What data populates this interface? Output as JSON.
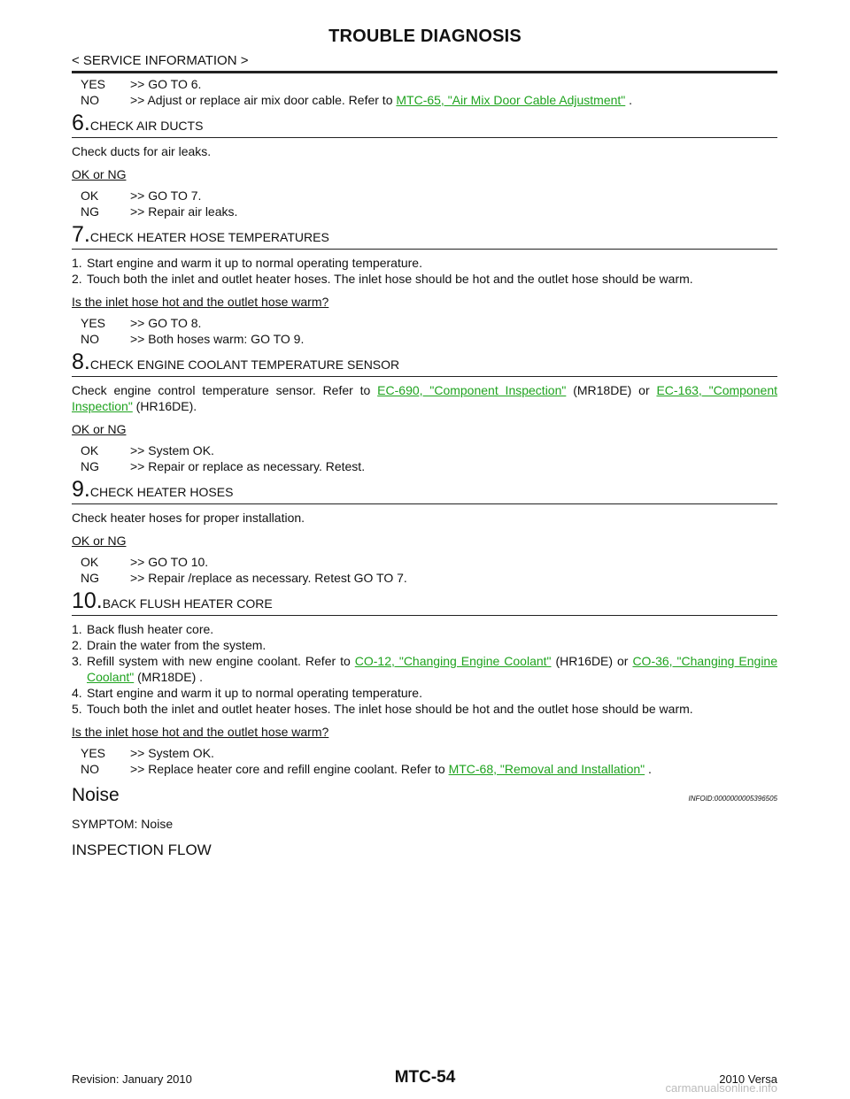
{
  "header": {
    "title": "TROUBLE DIAGNOSIS",
    "section": "< SERVICE INFORMATION >"
  },
  "step5_tail": {
    "yes_key": "YES",
    "yes_text": ">> GO TO 6.",
    "no_key": "NO",
    "no_pre": ">> Adjust or replace air mix door cable. Refer to ",
    "no_link": "MTC-65, \"Air Mix Door Cable Adjustment\"",
    "no_post": " ."
  },
  "step6": {
    "num": "6.",
    "title": "CHECK AIR DUCTS",
    "body": "Check ducts for air leaks.",
    "question": "OK or NG",
    "ok_key": "OK",
    "ok_text": ">> GO TO 7.",
    "ng_key": "NG",
    "ng_text": ">> Repair air leaks."
  },
  "step7": {
    "num": "7.",
    "title": "CHECK HEATER HOSE TEMPERATURES",
    "items": [
      {
        "n": "1.",
        "text": "Start engine and warm it up to normal operating temperature."
      },
      {
        "n": "2.",
        "text": "Touch both the inlet and outlet heater hoses. The inlet hose should be hot and the outlet hose should be warm."
      }
    ],
    "question": "Is the inlet hose hot and the outlet hose warm?",
    "yes_key": "YES",
    "yes_text": ">> GO TO 8.",
    "no_key": "NO",
    "no_text": ">> Both hoses warm: GO TO 9."
  },
  "step8": {
    "num": "8.",
    "title": "CHECK ENGINE COOLANT TEMPERATURE SENSOR",
    "body_pre": "Check engine control temperature sensor. Refer to ",
    "link1": "EC-690, \"Component Inspection\"",
    "body_mid": " (MR18DE) or ",
    "link2": "EC-163, \"Component Inspection\"",
    "body_post": " (HR16DE).",
    "question": "OK or NG",
    "ok_key": "OK",
    "ok_text": ">> System OK.",
    "ng_key": "NG",
    "ng_text": ">> Repair or replace as necessary. Retest."
  },
  "step9": {
    "num": "9.",
    "title": "CHECK HEATER HOSES",
    "body": "Check heater hoses for proper installation.",
    "question": "OK or NG",
    "ok_key": "OK",
    "ok_text": ">> GO TO 10.",
    "ng_key": "NG",
    "ng_text": ">> Repair /replace as necessary. Retest GO TO 7."
  },
  "step10": {
    "num": "10.",
    "title": "BACK FLUSH HEATER CORE",
    "item1": "Back flush heater core.",
    "item2": "Drain the water from the system.",
    "item3_pre": "Refill system with new engine coolant. Refer to ",
    "item3_link1": "CO-12, \"Changing Engine Coolant\"",
    "item3_mid": " (HR16DE) or ",
    "item3_link2": "CO-36, \"Changing Engine Coolant\"",
    "item3_post": " (MR18DE) .",
    "item4": "Start engine and warm it up to normal operating temperature.",
    "item5": "Touch both the inlet and outlet heater hoses. The inlet hose should be hot and the outlet hose should be warm.",
    "n1": "1.",
    "n2": "2.",
    "n3": "3.",
    "n4": "4.",
    "n5": "5.",
    "question": "Is the inlet hose hot and the outlet hose warm?",
    "yes_key": "YES",
    "yes_text": ">> System OK.",
    "no_key": "NO",
    "no_pre": ">> Replace heater core and refill engine coolant. Refer to ",
    "no_link": "MTC-68, \"Removal and Installation\"",
    "no_post": " ."
  },
  "noise": {
    "title": "Noise",
    "infoid": "INFOID:0000000005396505",
    "symptom": "SYMPTOM: Noise",
    "inspection": "INSPECTION FLOW"
  },
  "footer": {
    "revision": "Revision: January 2010",
    "page": "MTC-54",
    "model": "2010 Versa",
    "watermark": "carmanualsonline.info"
  },
  "colors": {
    "link": "#1fa31f",
    "text": "#111111",
    "rule": "#222222"
  }
}
